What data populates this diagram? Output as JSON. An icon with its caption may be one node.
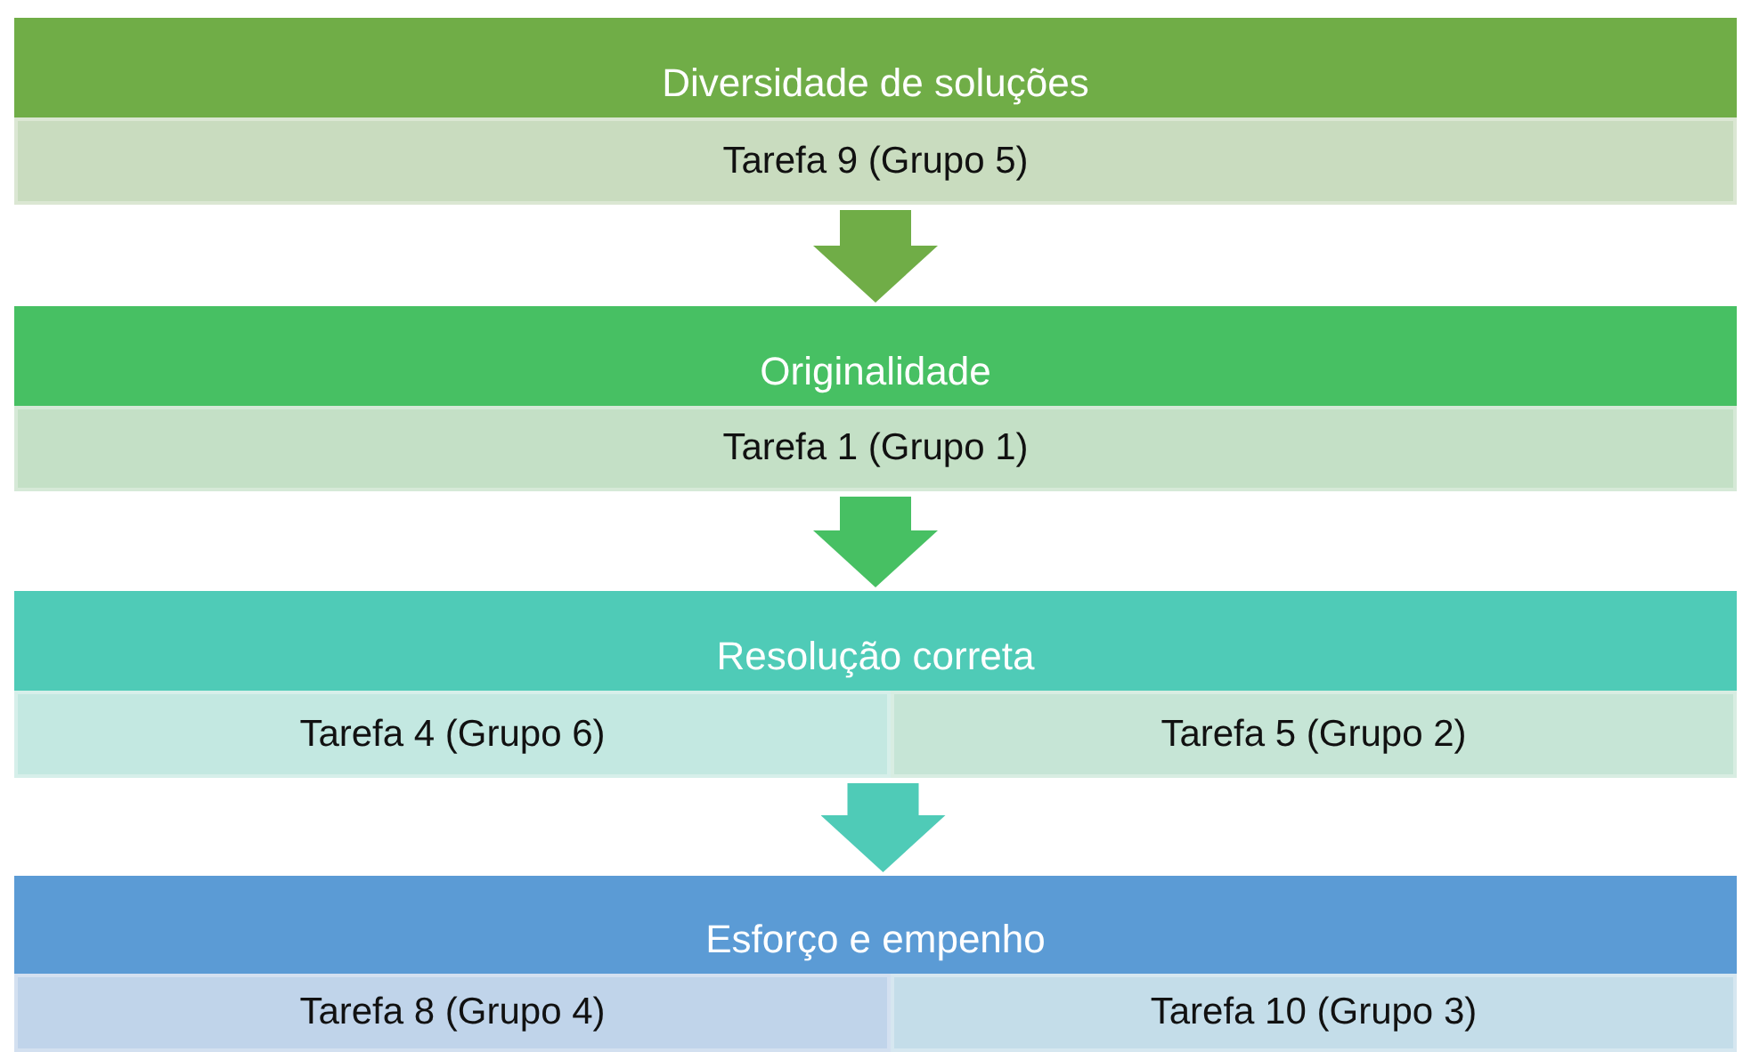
{
  "diagram": {
    "nodes": [
      {
        "text": [
          "Diversidade de soluções"
        ]
      },
      {
        "text": [
          "Tarefa 9 (Grupo 5)"
        ]
      },
      {
        "text": [
          "Originalidade"
        ]
      },
      {
        "text": [
          "Tarefa 1 (Grupo 1)"
        ]
      },
      {
        "text": [
          "Resolução correta"
        ]
      },
      {
        "text": [
          "Tarefa 4 (Grupo 6)"
        ]
      },
      {
        "text": [
          "Tarefa 5 (Grupo 2)"
        ]
      },
      {
        "text": [
          "Esforço e empenho"
        ]
      },
      {
        "text": [
          "Tarefa 8 (Grupo 4)"
        ]
      },
      {
        "text": [
          "Tarefa 10 (Grupo 3)"
        ]
      }
    ],
    "edges": [
      {
        "from": 1,
        "to": 2,
        "arrow": "to",
        "color": "#70ad47"
      },
      {
        "from": 3,
        "to": 4,
        "arrow": "to",
        "color": "#47c063"
      },
      {
        "from": 5,
        "to": 7,
        "arrow": "to",
        "color": "#4fcbb7"
      },
      {
        "from": 6,
        "to": 7,
        "arrow": "to",
        "color": "#4fcbb7"
      }
    ]
  }
}
